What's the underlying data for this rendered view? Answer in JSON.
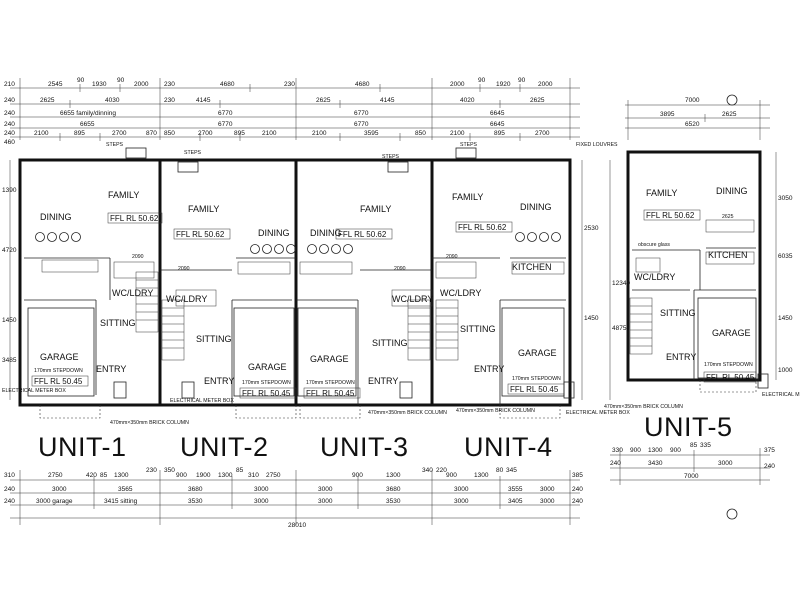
{
  "top_dims": {
    "row1": [
      "2545",
      "90",
      "1930",
      "90",
      "2000",
      "230",
      "4680",
      "230",
      "4680",
      "2000",
      "90",
      "1920",
      "90",
      "2000"
    ],
    "row2": [
      "2625",
      "4030",
      "230",
      "4145",
      "2625",
      "4145",
      "4020",
      "2625"
    ],
    "row3": [
      "6655 family/dinning",
      "6770",
      "6770",
      "6645"
    ],
    "row4": [
      "6655",
      "6770",
      "6770",
      "6645"
    ],
    "row5": [
      "2100",
      "895",
      "2700",
      "870",
      "850",
      "2700",
      "895",
      "2100",
      "2100",
      "3595",
      "850",
      "2100",
      "895",
      "2700"
    ],
    "left_labels": [
      "210",
      "240",
      "240",
      "240",
      "240",
      "460"
    ],
    "unit5_top": [
      "7000",
      "3895",
      "2625",
      "6520"
    ]
  },
  "labels": {
    "steps": "STEPS",
    "fixed_louvres": "FIXED LOUVRES",
    "family": "FAMILY",
    "dining": "DINING",
    "kitchen": "KITCHEN",
    "wc_ldry": "WC/LDRY",
    "sitting": "SITTING",
    "garage": "GARAGE",
    "entry": "ENTRY",
    "stepdown": "170mm STEPDOWN",
    "ffl_upper": "FFL RL 50.62",
    "ffl_lower": "FFL RL 50.45",
    "obscure_glass": "obscure glass",
    "brick_column": "470mm×350mm BRICK COLUMN",
    "electrical_meter_box": "ELECTRICAL METER BOX",
    "dim_2090": "2090",
    "dim_2625": "2625"
  },
  "units": [
    "UNIT-1",
    "UNIT-2",
    "UNIT-3",
    "UNIT-4",
    "UNIT-5"
  ],
  "bottom_dims": {
    "row1": [
      "310",
      "2750",
      "420",
      "85",
      "1300",
      "230",
      "350",
      "900",
      "1900",
      "1300",
      "85",
      "310",
      "2750",
      "900",
      "1300",
      "340",
      "220",
      "900",
      "1300",
      "80",
      "345",
      "385"
    ],
    "row2": [
      "240",
      "3000",
      "3565",
      "3680",
      "3000",
      "3000",
      "3680",
      "3000",
      "3555",
      "3000",
      "240"
    ],
    "row3": [
      "240",
      "3000 garage",
      "3415 sitting",
      "3530",
      "3000",
      "3000",
      "3530",
      "3000",
      "3405",
      "3000",
      "240"
    ],
    "total": "28010",
    "unit5": [
      "330",
      "900",
      "1300",
      "900",
      "85",
      "335",
      "3430",
      "3000",
      "375",
      "240",
      "7000",
      "240"
    ]
  },
  "side_dims": [
    "1390",
    "4720",
    "1450",
    "3485",
    "2530",
    "1450",
    "4875",
    "12340",
    "6035",
    "1000",
    "1450",
    "3050"
  ]
}
